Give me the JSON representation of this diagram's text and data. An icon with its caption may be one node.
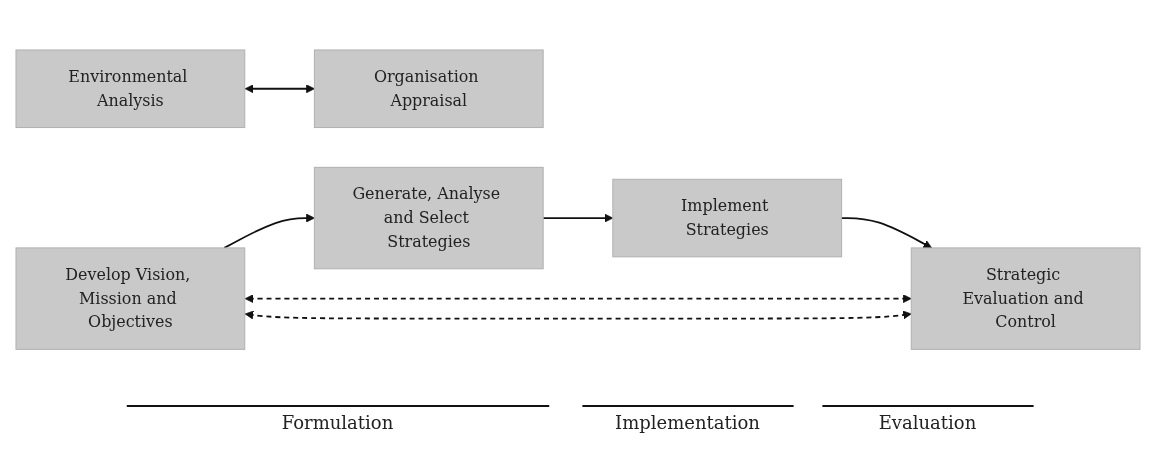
{
  "diagram": {
    "nodes": [
      {
        "text": [
          "Develop Vision, Mission and Objectives"
        ]
      },
      {
        "text": [
          "Environmental Analysis"
        ]
      },
      {
        "text": [
          "Generate, Analyse and Select Strategies"
        ]
      },
      {
        "text": [
          "Organisation Appraisal"
        ]
      },
      {
        "text": [
          "Implement Strategies"
        ]
      },
      {
        "text": [
          "Strategic Evaluation and Control"
        ]
      }
    ],
    "edges": [
      {
        "from": 0,
        "to": 2,
        "arrow": "to"
      },
      {
        "from": 1,
        "to": 3,
        "arrow": "both"
      },
      {
        "from": 2,
        "to": 4,
        "arrow": "to"
      },
      {
        "from": 4,
        "to": 5,
        "arrow": "to"
      },
      {
        "from": 0,
        "to": 5,
        "arrow": "both",
        "style": "dashed"
      },
      {
        "from": 0,
        "to": 5,
        "arrow": "both",
        "style": "dashed"
      }
    ],
    "labels": [
      "Formulation",
      "Implementation",
      "Evaluation"
    ]
  }
}
